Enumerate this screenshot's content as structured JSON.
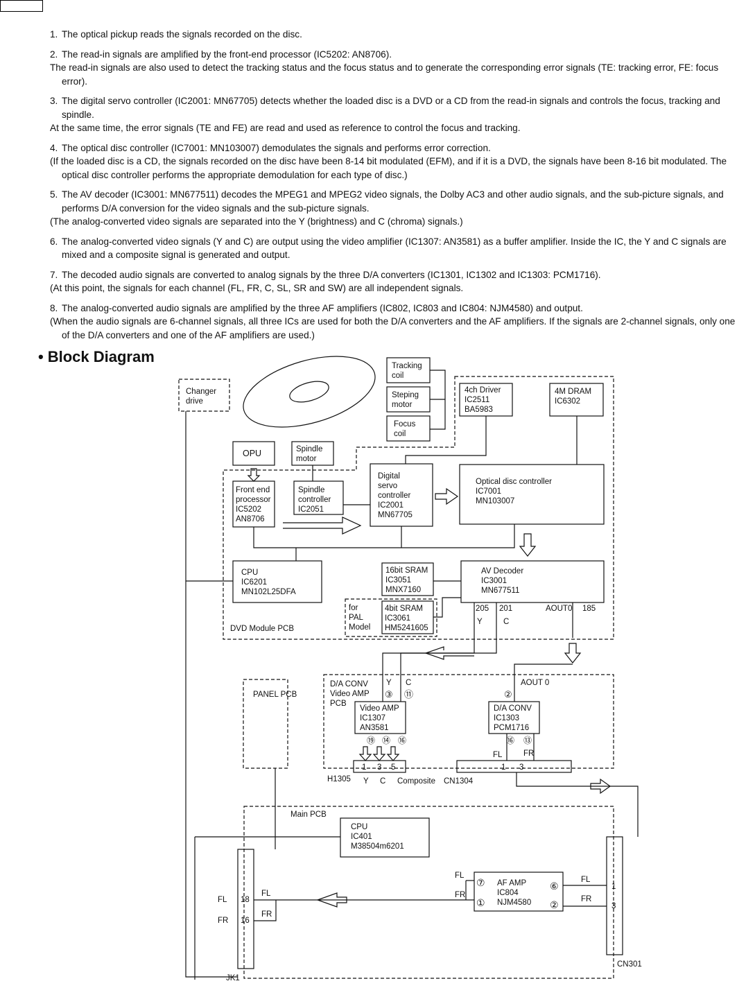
{
  "steps": [
    {
      "num": "1.",
      "lines": [
        "The optical pickup reads the signals recorded on the disc."
      ]
    },
    {
      "num": "2.",
      "lines": [
        "The read-in signals are amplified by the front-end processor (IC5202: AN8706).",
        "The read-in signals are also used to detect the tracking status and the focus status and to generate the corresponding error signals (TE: tracking error, FE: focus error)."
      ]
    },
    {
      "num": "3.",
      "lines": [
        "The digital servo controller (IC2001:  MN67705) detects whether the loaded disc is a DVD or a CD from the read-in signals and controls the focus, tracking and spindle.",
        "At the same time, the error signals (TE and FE) are read and used as reference to control the focus and tracking."
      ]
    },
    {
      "num": "4.",
      "lines": [
        "The optical disc controller (IC7001:  MN103007) demodulates the signals and performs error correction.",
        "(If the loaded disc is a CD, the signals recorded on the disc have been 8-14 bit modulated (EFM), and if it is a DVD, the signals have been 8-16 bit modulated. The optical disc controller performs the appropriate demodulation for each type of disc.)"
      ]
    },
    {
      "num": "5.",
      "lines": [
        "The AV decoder (IC3001:  MN677511) decodes the MPEG1 and MPEG2 video signals, the Dolby AC3 and other audio signals, and the sub-picture signals, and performs D/A conversion for the video signals and the sub-picture signals.",
        "(The analog-converted video signals are separated into the Y (brightness) and C (chroma) signals.)"
      ]
    },
    {
      "num": "6.",
      "lines": [
        "The analog-converted video signals (Y and C) are output using the video amplifier (IC1307:  AN3581) as a buffer amplifier.  Inside the IC, the Y and C signals are mixed and a composite signal is generated and output."
      ]
    },
    {
      "num": "7.",
      "lines": [
        "The decoded audio signals are converted to analog signals by the three D/A converters (IC1301, IC1302 and IC1303:  PCM1716).",
        "(At this point, the signals for each channel (FL, FR, C, SL, SR and SW) are all independent signals."
      ]
    },
    {
      "num": "8.",
      "lines": [
        "The analog-converted audio signals are amplified by the three AF amplifiers (IC802, IC803 and IC804:  NJM4580) and output.",
        "(When the audio signals are 6-channel signals, all three ICs are used for both the D/A converters and the AF amplifiers.  If the signals are 2-channel signals, only one of the D/A converters and one of the AF amplifiers are used.)"
      ]
    }
  ],
  "block_diagram": {
    "bullet": "•",
    "title": "Block Diagram",
    "tracking_coil": [
      "Tracking",
      "coil"
    ],
    "steping_motor": [
      "Steping",
      "motor"
    ],
    "focus_coil": [
      "Focus",
      "coil"
    ],
    "changer_drive": [
      "Changer",
      "drive"
    ],
    "driver_4ch": [
      "4ch Driver",
      "IC2511",
      "BA5983"
    ],
    "dram_4m": [
      "4M DRAM",
      "IC6302"
    ],
    "opu": "OPU",
    "spindle_motor": [
      "Spindle",
      "motor"
    ],
    "front_end": [
      "Front end",
      "processor",
      "IC5202",
      "AN8706"
    ],
    "spindle_ctrl": [
      "Spindle",
      "controller",
      "IC2051"
    ],
    "servo_ctrl": [
      "Digital",
      "servo",
      "controller",
      "IC2001",
      "MN67705"
    ],
    "odc": [
      "Optical disc controller",
      "IC7001",
      "MN103007"
    ],
    "cpu_dvd": [
      "CPU",
      "IC6201",
      "MN102L25DFA"
    ],
    "sram_16": [
      "16bit SRAM",
      "IC3051",
      "MNX7160"
    ],
    "av_decoder": [
      "AV Decoder",
      "IC3001",
      "MN677511"
    ],
    "pal_note": [
      "for",
      "PAL",
      "Model"
    ],
    "sram_4": [
      "4bit SRAM",
      "IC3061",
      "HM5241605"
    ],
    "av_pins": {
      "p205": "205",
      "p201": "201",
      "aout0": "AOUT0",
      "p185": "185",
      "y": "Y",
      "c": "C"
    },
    "dvd_pcb": "DVD Module PCB",
    "panel_pcb": "PANEL PCB",
    "da_pcb": [
      "D/A CONV",
      "Video AMP",
      "PCB"
    ],
    "vamp_in": {
      "y": "Y",
      "c": "C",
      "pin3": "③",
      "pin11": "⑪"
    },
    "video_amp": [
      "Video AMP",
      "IC1307",
      "AN3581"
    ],
    "vamp_out": {
      "pin19": "⑲",
      "pin14": "⑭",
      "pin16": "⑯"
    },
    "aout0_label": "AOUT 0",
    "dacpin2": "②",
    "da_conv": [
      "D/A CONV",
      "IC1303",
      "PCM1716"
    ],
    "daconv_out": {
      "pin16": "⑯",
      "pin13": "⑬",
      "fl": "FL",
      "fr": "FR"
    },
    "h1305": {
      "name": "H1305",
      "p1": "1",
      "p3": "3",
      "p5": "5",
      "y": "Y",
      "c": "C",
      "comp": "Composite"
    },
    "cn1304": {
      "name": "CN1304",
      "p1": "1",
      "p3": "3"
    },
    "main_pcb": "Main PCB",
    "cpu_main": [
      "CPU",
      "IC401",
      "M38504m6201"
    ],
    "af_amp": [
      "AF AMP",
      "IC804",
      "NJM4580"
    ],
    "af_pins": {
      "p7": "⑦",
      "p1": "①",
      "p6": "⑥",
      "p2": "②",
      "fl_in": "FL",
      "fr_in": "FR",
      "fl_out": "FL",
      "fr_out": "FR"
    },
    "cn301": {
      "name": "CN301",
      "p1": "1",
      "p3": "3"
    },
    "jk1": {
      "name": "JK1",
      "fl": "FL",
      "fr": "FR",
      "p18": "18",
      "p16": "16",
      "fl_in": "FL",
      "fr_in": "FR"
    }
  }
}
